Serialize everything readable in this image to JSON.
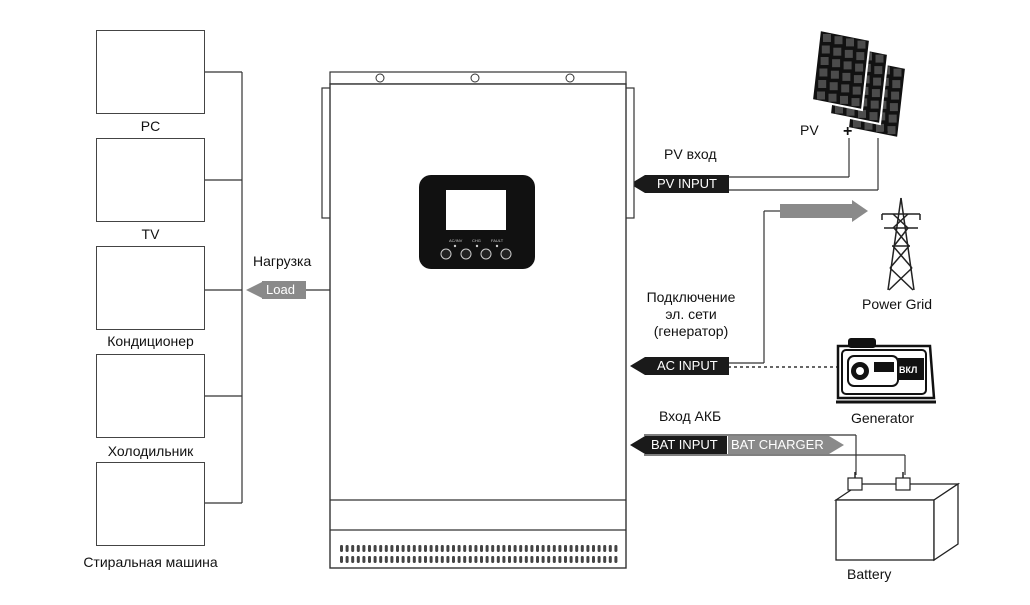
{
  "loads": {
    "pc": "PC",
    "tv": "TV",
    "ac": "Кондиционер",
    "fridge": "Холодильник",
    "washer": "Стиральная машина"
  },
  "load_section": {
    "caption": "Нагрузка",
    "tag": "Load"
  },
  "pv": {
    "label": "PV",
    "plus": "+",
    "minus": "-",
    "caption": "PV вход",
    "tag": "PV INPUT"
  },
  "grid": {
    "label": "Power Grid",
    "caption_line1": "Подключение",
    "caption_line2": "эл. сети",
    "caption_line3": "(генератор)",
    "tag": "AC INPUT"
  },
  "generator": {
    "label": "Generator",
    "panel_text": "ВКЛ"
  },
  "battery": {
    "label": "Battery",
    "caption": "Вход АКБ",
    "tag_input": "BAT INPUT",
    "tag_charger": "BAT CHARGER"
  },
  "inverter": {
    "button_labels": [
      "AC/INV",
      "CHG",
      "FAULT"
    ]
  }
}
